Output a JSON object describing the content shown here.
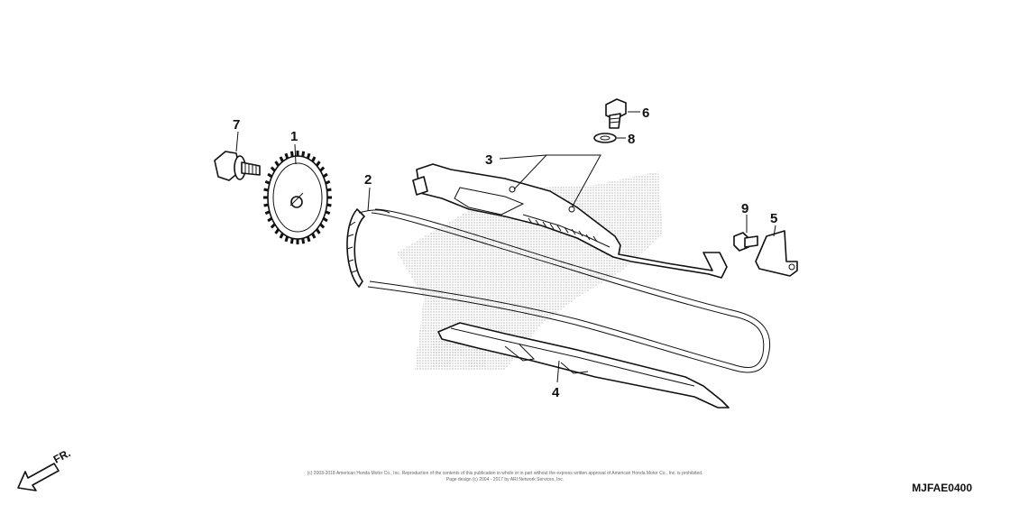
{
  "diagram": {
    "callouts": [
      {
        "id": "c1",
        "label": "1"
      },
      {
        "id": "c2",
        "label": "2"
      },
      {
        "id": "c3",
        "label": "3"
      },
      {
        "id": "c4",
        "label": "4"
      },
      {
        "id": "c5",
        "label": "5"
      },
      {
        "id": "c6",
        "label": "6"
      },
      {
        "id": "c7",
        "label": "7"
      },
      {
        "id": "c8",
        "label": "8"
      },
      {
        "id": "c9",
        "label": "9"
      }
    ],
    "diagram_code": "MJFAE0400",
    "front_indicator": "FR.",
    "copyright_line1": "(c) 2003-2018 American Honda Motor Co., Inc. Reproduction of the contents of this publication in whole or in part without the express written approval of American Honda Motor Co., Inc. is prohibited.",
    "copyright_line2": "Page design (c) 2004 - 2017 by ARI Network Services, Inc.",
    "colors": {
      "line": "#111111",
      "watermark": "#b5b5b5",
      "background": "#ffffff"
    }
  }
}
